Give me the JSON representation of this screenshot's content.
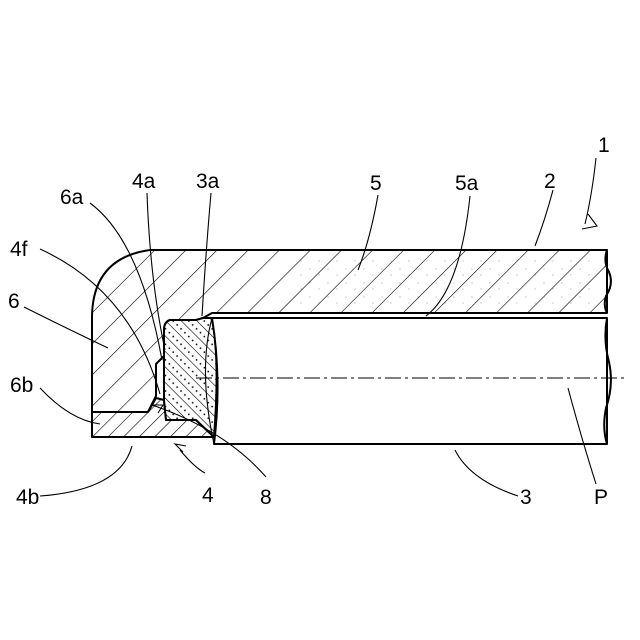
{
  "figure": {
    "labels": {
      "l1": "1",
      "l2": "2",
      "l3": "3",
      "l3a": "3a",
      "l4": "4",
      "l4a": "4a",
      "l4b": "4b",
      "l4f": "4f",
      "l5": "5",
      "l5a": "5a",
      "l6": "6",
      "l6a": "6a",
      "l6b": "6b",
      "l8": "8",
      "lP": "P"
    },
    "colors": {
      "line": "#000000",
      "background": "#ffffff"
    }
  }
}
